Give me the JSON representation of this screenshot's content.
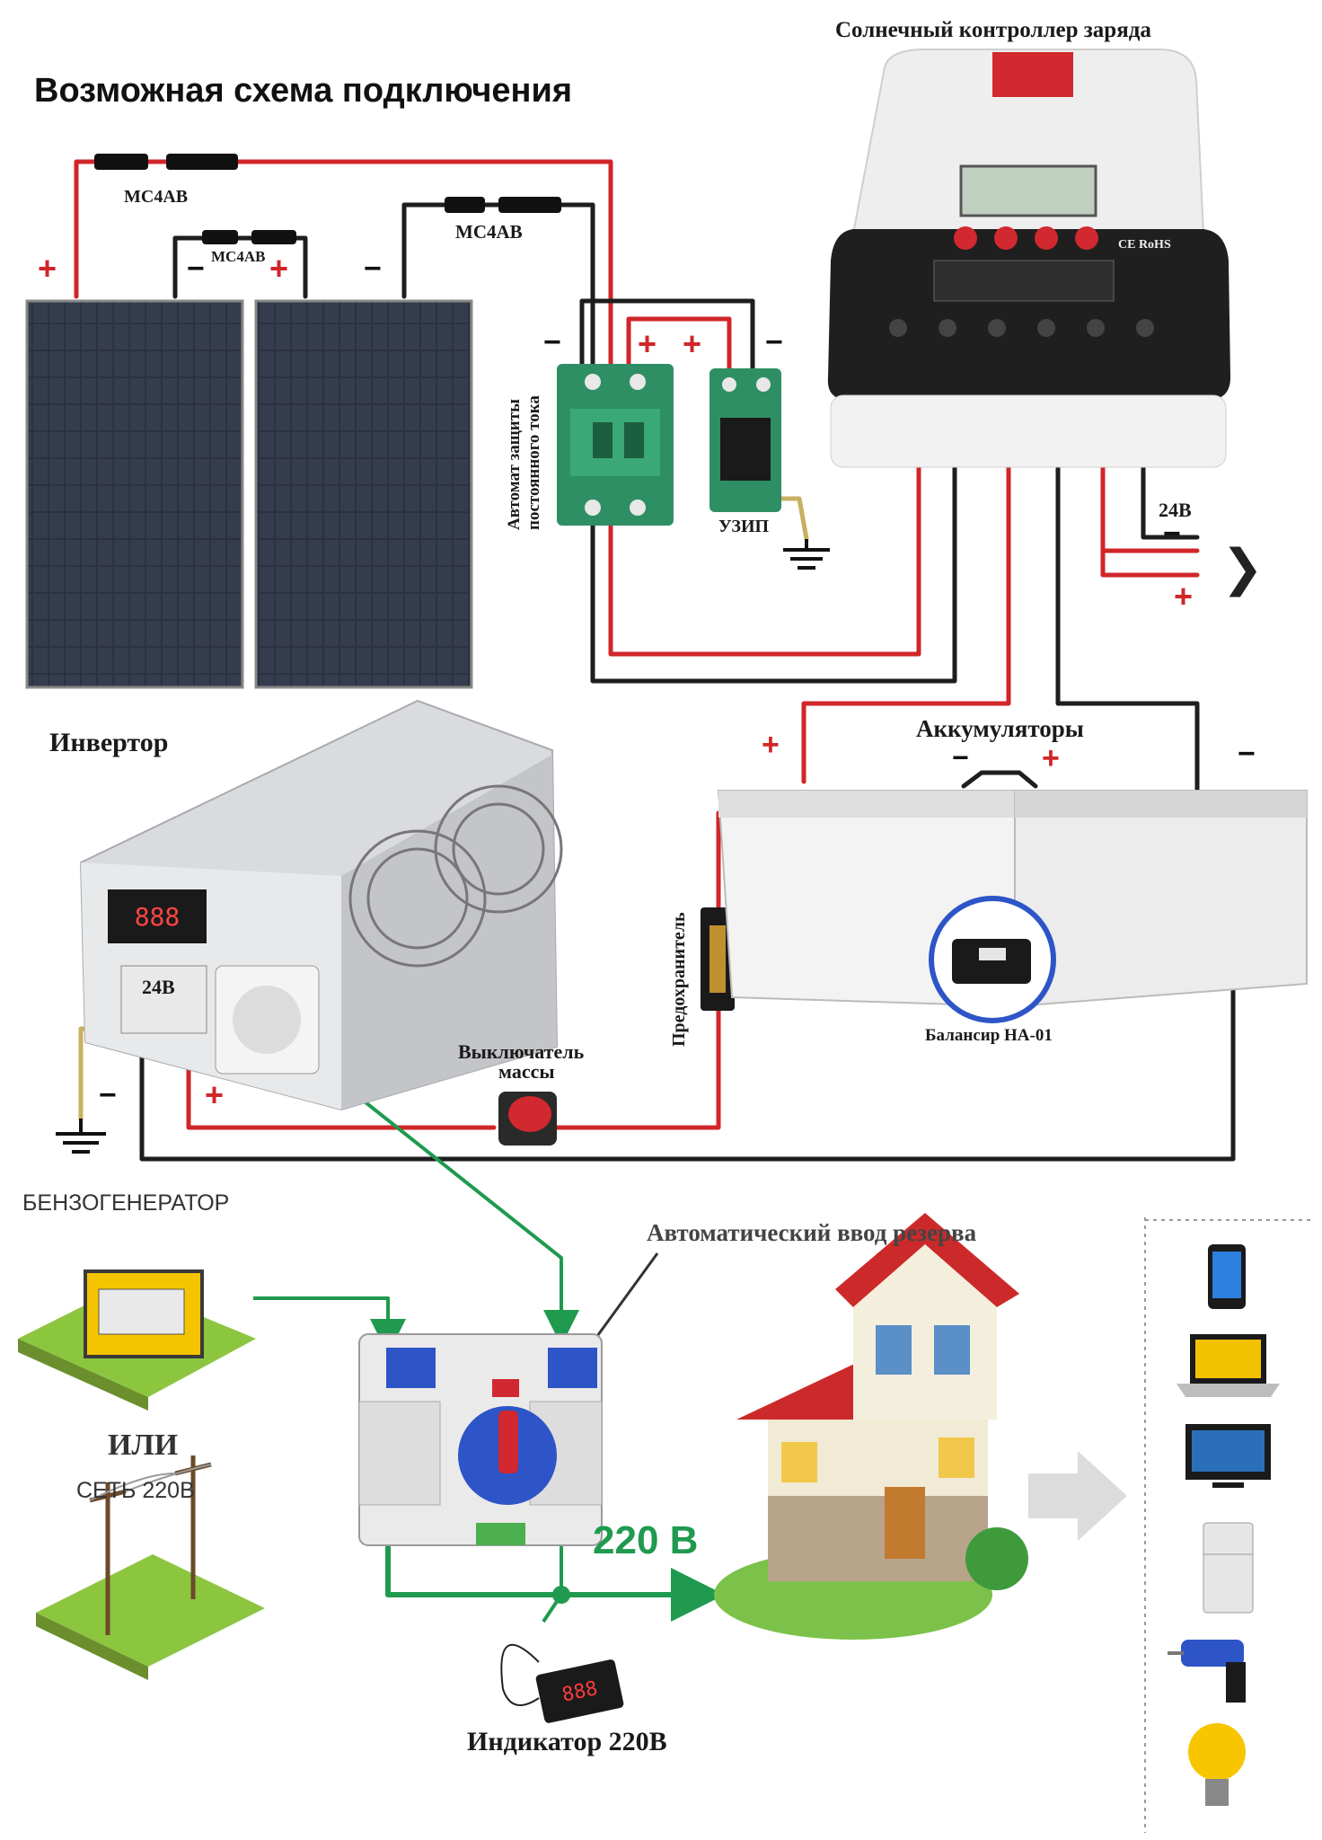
{
  "title": "Возможная схема подключения",
  "labels": {
    "controller": "Солнечный контроллер заряда",
    "mc4_1": "MC4AB",
    "mc4_2": "MC4AB",
    "mc4_3": "MC4AB",
    "dc_breaker_line1": "Автомат защиты",
    "dc_breaker_line2": "постоянного тока",
    "spd": "УЗИП",
    "load_voltage": "24В",
    "inverter": "Инвертор",
    "batteries": "Аккумуляторы",
    "fuse": "Предохранитель",
    "balancer": "Балансир НА-01",
    "switch_line1": "Выключатель",
    "switch_line2": "массы",
    "inverter_voltage": "24В",
    "generator": "БЕНЗОГЕНЕРАТОР",
    "or": "ИЛИ",
    "grid": "СЕТЬ 220В",
    "ats": "Автоматический ввод резерва",
    "output_voltage": "220 В",
    "indicator": "Индикатор 220В",
    "controller_badge": "CE RoHS"
  },
  "signs": {
    "plus": "+",
    "minus": "−"
  },
  "colors": {
    "positive_wire": "#d0262a",
    "negative_wire": "#1e1e1e",
    "ac_wire": "#1f9a4e",
    "ground_wire": "#c8b060",
    "panel": "#2b3140",
    "controller_top": "#f0f0f0",
    "controller_body": "#222222",
    "breaker": "#2f8f64",
    "balancer_ring": "#2d55c8"
  },
  "icons": [
    "solar-panel-icon",
    "mc4-connector-icon",
    "dc-breaker-icon",
    "surge-protector-icon",
    "ground-icon",
    "charge-controller-icon",
    "inverter-icon",
    "battery-icon",
    "fuse-icon",
    "balancer-icon",
    "battery-switch-icon",
    "generator-icon",
    "power-line-icon",
    "ats-switch-icon",
    "voltmeter-icon",
    "house-icon",
    "arrow-right-icon",
    "phone-icon",
    "laptop-icon",
    "tv-icon",
    "fridge-icon",
    "drill-icon",
    "bulb-icon"
  ]
}
